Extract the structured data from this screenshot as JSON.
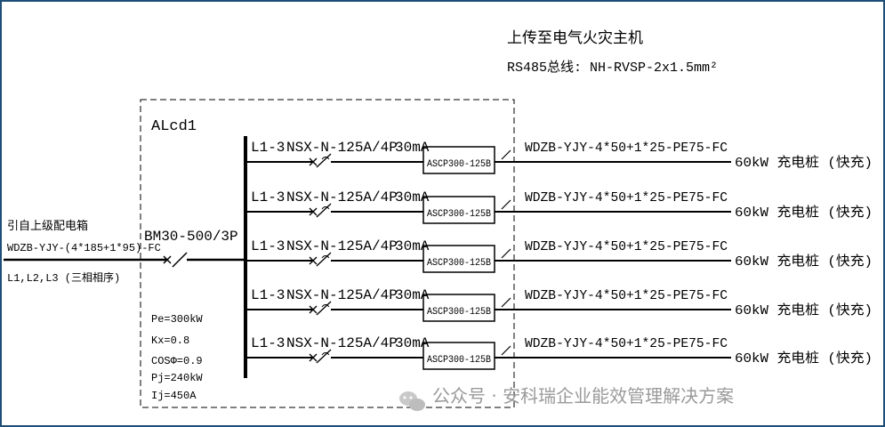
{
  "upload": {
    "title": "上传至电气火灾主机",
    "bus": "RS485总线: NH-RVSP-2x1.5mm²"
  },
  "panel": {
    "label": "ALcd1"
  },
  "incoming": {
    "source": "引自上级配电箱",
    "cable": "WDZB-YJY-(4*185+1*95)-FC",
    "phase": "L1,L2,L3 (三相相序)",
    "breaker": "BM30-500/3P"
  },
  "params": [
    "Pe=300kW",
    "Kx=0.8",
    "COSΦ=0.9",
    "Pj=240kW",
    "Ij=450A"
  ],
  "branches": [
    {
      "phase": "L1-3",
      "breaker": "NSX-N-125A/4P",
      "rcd": "30mA",
      "module": "ASCP300-125B",
      "cable": "WDZB-YJY-4*50+1*25-PE75-FC",
      "load": "60kW 充电桩 (快充)"
    },
    {
      "phase": "L1-3",
      "breaker": "NSX-N-125A/4P",
      "rcd": "30mA",
      "module": "ASCP300-125B",
      "cable": "WDZB-YJY-4*50+1*25-PE75-FC",
      "load": "60kW 充电桩 (快充)"
    },
    {
      "phase": "L1-3",
      "breaker": "NSX-N-125A/4P",
      "rcd": "30mA",
      "module": "ASCP300-125B",
      "cable": "WDZB-YJY-4*50+1*25-PE75-FC",
      "load": "60kW 充电桩 (快充)"
    },
    {
      "phase": "L1-3",
      "breaker": "NSX-N-125A/4P",
      "rcd": "30mA",
      "module": "ASCP300-125B",
      "cable": "WDZB-YJY-4*50+1*25-PE75-FC",
      "load": "60kW 充电桩 (快充)"
    },
    {
      "phase": "L1-3",
      "breaker": "NSX-N-125A/4P",
      "rcd": "30mA",
      "module": "ASCP300-125B",
      "cable": "WDZB-YJY-4*50+1*25-PE75-FC",
      "load": "60kW 充电桩 (快充)"
    }
  ],
  "watermark": "公众号 · 安科瑞企业能效管理解决方案"
}
